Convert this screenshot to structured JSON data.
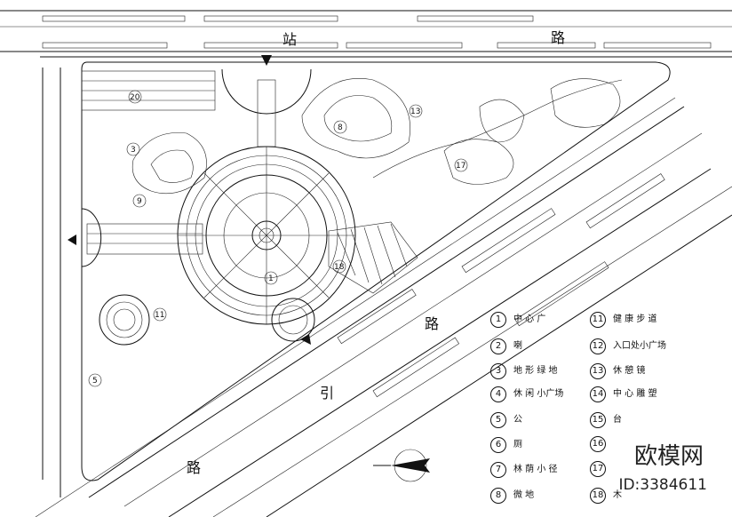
{
  "roads": {
    "north_char_1": "站",
    "north_char_2": "路",
    "south_char_1": "路",
    "south_char_2": "引",
    "south_char_3": "路"
  },
  "zones": [
    {
      "n": "1"
    },
    {
      "n": "20"
    },
    {
      "n": "8"
    },
    {
      "n": "9"
    },
    {
      "n": "3"
    },
    {
      "n": "13"
    },
    {
      "n": "17"
    },
    {
      "n": "18"
    },
    {
      "n": "11"
    },
    {
      "n": "5"
    }
  ],
  "legend_left": [
    {
      "n": "1",
      "text": "中 心 广"
    },
    {
      "n": "2",
      "text": "喇"
    },
    {
      "n": "3",
      "text": "地 形 绿 地"
    },
    {
      "n": "4",
      "text": "休 闲 小广场"
    },
    {
      "n": "5",
      "text": "公"
    },
    {
      "n": "6",
      "text": "厕"
    },
    {
      "n": "7",
      "text": "林 荫 小 径"
    },
    {
      "n": "8",
      "text": "微 地"
    }
  ],
  "legend_right": [
    {
      "n": "11",
      "text": "健 康 步 道"
    },
    {
      "n": "12",
      "text": "入口处小广场"
    },
    {
      "n": "13",
      "text": "休 憩 镜"
    },
    {
      "n": "14",
      "text": "中 心 雕 塑"
    },
    {
      "n": "15",
      "text": "台"
    },
    {
      "n": "16",
      "text": ""
    },
    {
      "n": "17",
      "text": ""
    },
    {
      "n": "18",
      "text": "木"
    }
  ],
  "watermark": {
    "brand": "欧模网",
    "id": "ID:3384611"
  },
  "colors": {
    "line": "#111111",
    "background": "#ffffff"
  }
}
